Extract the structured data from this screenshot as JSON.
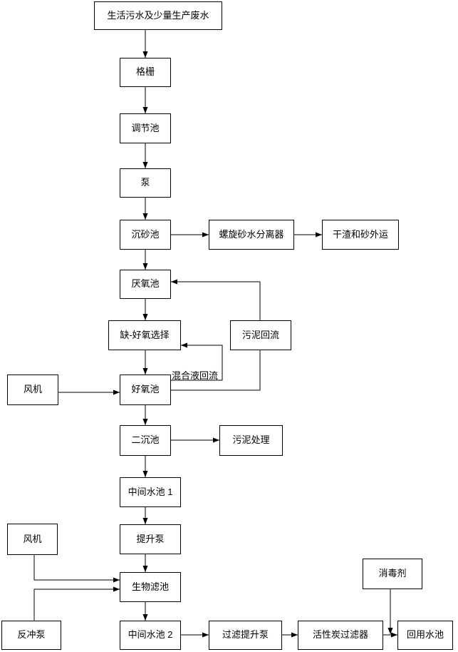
{
  "diagram": {
    "type": "flowchart",
    "language": "zh-CN",
    "background": "#ffffff"
  },
  "colors": {
    "line": "#000000",
    "box_border": "#000000",
    "box_fill": "#ffffff",
    "text": "#000000"
  },
  "nodes": {
    "inflow": {
      "label": "生活污水及少量生产废水"
    },
    "grille": {
      "label": "格栅"
    },
    "regulating": {
      "label": "调节池"
    },
    "pump": {
      "label": "泵"
    },
    "grit": {
      "label": "沉砂池"
    },
    "spiral": {
      "label": "螺旋砂水分离器"
    },
    "residue": {
      "label": "干渣和砂外运"
    },
    "anaerobic": {
      "label": "厌氧池"
    },
    "selector": {
      "label": "缺-好氧选择"
    },
    "sludge_return": {
      "label": "污泥回流"
    },
    "aerobic": {
      "label": "好氧池"
    },
    "fan1": {
      "label": "风机"
    },
    "secondary": {
      "label": "二沉池"
    },
    "sludge_treatment": {
      "label": "污泥处理"
    },
    "inter1": {
      "label": "中间水池 1"
    },
    "lift": {
      "label": "提升泵"
    },
    "fan2": {
      "label": "风机"
    },
    "biofilter": {
      "label": "生物滤池"
    },
    "backwash": {
      "label": "反冲泵"
    },
    "inter2": {
      "label": "中间水池 2"
    },
    "filter_lift": {
      "label": "过滤提升泵"
    },
    "carbon": {
      "label": "活性炭过滤器"
    },
    "reuse": {
      "label": "回用水池"
    },
    "disinfectant": {
      "label": "消毒剂"
    }
  },
  "edge_labels": {
    "mixed_liquor_return": "混合液回流"
  },
  "edges": [
    {
      "from": "inflow",
      "to": "grille"
    },
    {
      "from": "grille",
      "to": "regulating"
    },
    {
      "from": "regulating",
      "to": "pump"
    },
    {
      "from": "pump",
      "to": "grit"
    },
    {
      "from": "grit",
      "to": "spiral"
    },
    {
      "from": "spiral",
      "to": "residue"
    },
    {
      "from": "grit",
      "to": "anaerobic"
    },
    {
      "from": "anaerobic",
      "to": "selector"
    },
    {
      "from": "selector",
      "to": "aerobic"
    },
    {
      "from": "fan1",
      "to": "aerobic"
    },
    {
      "from": "aerobic",
      "to": "selector",
      "label": "混合液回流"
    },
    {
      "from": "aerobic",
      "to": "sludge_return"
    },
    {
      "from": "sludge_return",
      "to": "anaerobic"
    },
    {
      "from": "aerobic",
      "to": "secondary"
    },
    {
      "from": "secondary",
      "to": "sludge_treatment"
    },
    {
      "from": "secondary",
      "to": "inter1"
    },
    {
      "from": "inter1",
      "to": "lift"
    },
    {
      "from": "lift",
      "to": "biofilter"
    },
    {
      "from": "fan2",
      "to": "biofilter"
    },
    {
      "from": "backwash",
      "to": "biofilter"
    },
    {
      "from": "biofilter",
      "to": "inter2"
    },
    {
      "from": "inter2",
      "to": "filter_lift"
    },
    {
      "from": "filter_lift",
      "to": "carbon"
    },
    {
      "from": "carbon",
      "to": "reuse"
    },
    {
      "from": "disinfectant",
      "to": "reuse"
    }
  ]
}
